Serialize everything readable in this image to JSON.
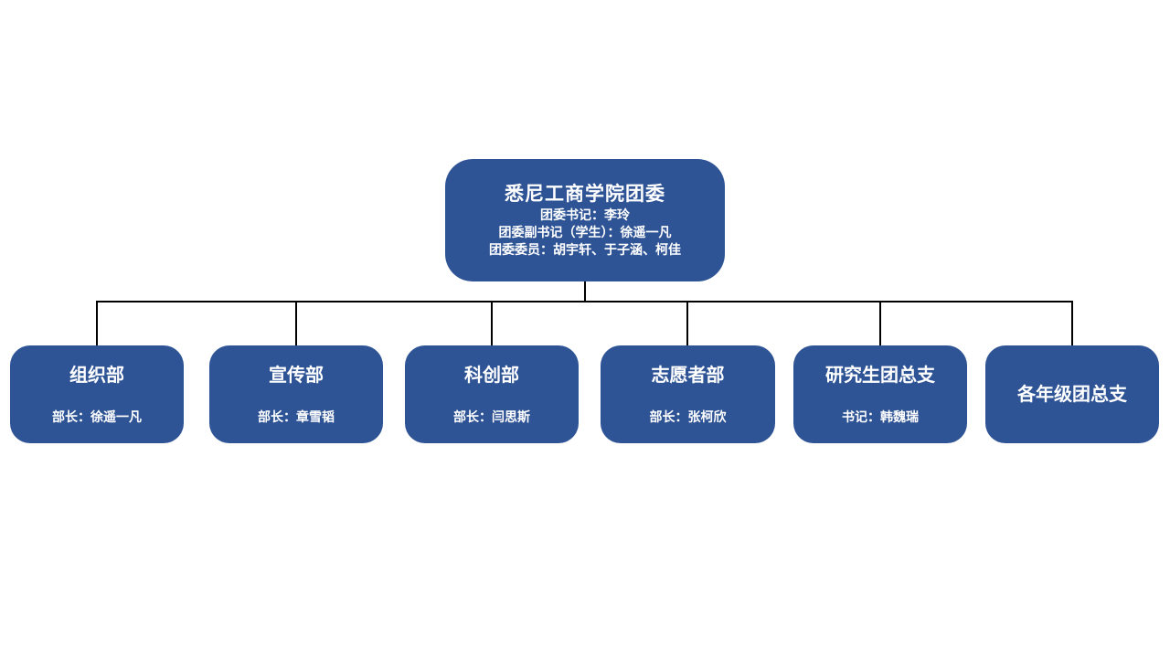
{
  "colors": {
    "box_fill": "#2F5496",
    "box_text": "#FFFFFF",
    "connector": "#000000",
    "background": "#FFFFFF"
  },
  "root": {
    "title": "悉尼工商学院团委",
    "lines": [
      "团委书记：李玲",
      "团委副书记（学生）：徐遥一凡",
      "团委委员：胡宇轩、于子涵、柯佳"
    ]
  },
  "departments": [
    {
      "title": "组织部",
      "subtitle": "部长：徐遥一凡"
    },
    {
      "title": "宣传部",
      "subtitle": "部长：章雪韬"
    },
    {
      "title": "科创部",
      "subtitle": "部长：闫思斯"
    },
    {
      "title": "志愿者部",
      "subtitle": "部长：张柯欣"
    },
    {
      "title": "研究生团总支",
      "subtitle": "书记：韩魏瑞"
    },
    {
      "title": "各年级团总支"
    }
  ]
}
